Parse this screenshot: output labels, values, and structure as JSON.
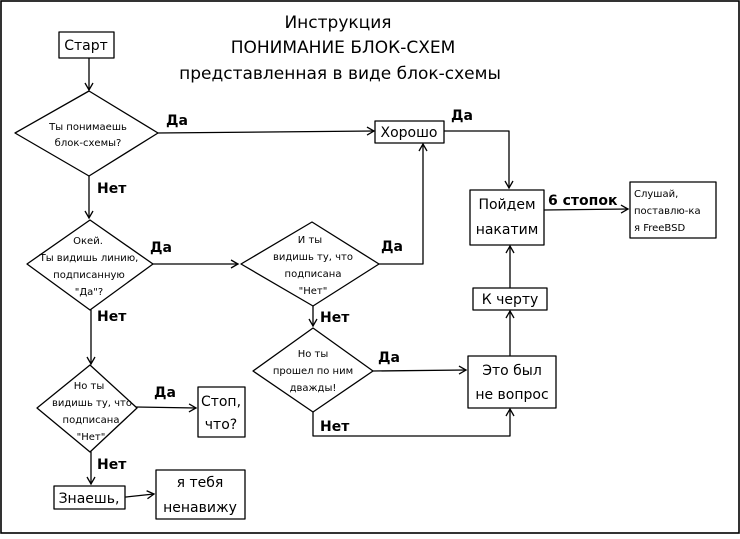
{
  "title": {
    "line1": "Инструкция",
    "line2": "ПОНИМАНИЕ БЛОК-СХЕМ",
    "line3": "представленная в виде блок-схемы"
  },
  "nodes": {
    "start": "Старт",
    "q_understand": [
      "Ты понимаешь",
      "блок-схемы?"
    ],
    "q_see_yes": [
      "Окей.",
      "Ты видишь линию,",
      "подписанную",
      "\"Да\"?"
    ],
    "q_see_no_left": [
      "Но ты",
      "видишь ту, что",
      "подписана",
      "\"Нет\""
    ],
    "q_see_no_mid": [
      "И ты",
      "видишь ту, что",
      "подписана",
      "\"Нет\""
    ],
    "q_passed_twice": [
      "Но ты",
      "прошел по ним",
      "дважды!"
    ],
    "good": "Хорошо",
    "go_drink": [
      "Пойдем",
      "накатим"
    ],
    "freebsd": [
      "Слушай,",
      "поставлю-ка",
      "я FreeBSD"
    ],
    "to_hell": "К черту",
    "not_question": [
      "Это был",
      "не вопрос"
    ],
    "stop_what": [
      "Стоп,",
      "что?"
    ],
    "you_know": "Знаешь,",
    "hate_you": [
      "я тебя",
      "ненавижу"
    ]
  },
  "edge_labels": {
    "e1_yes": "Да",
    "e1_no": "Нет",
    "e2_yes": "Да",
    "e2_no": "Нет",
    "e3_yes": "Да",
    "e3_no": "Нет",
    "e4_yes": "Да",
    "e4_no": "Нет",
    "e5_yes": "Да",
    "e5_no": "Нет",
    "good_yes": "Да",
    "six_stacks": "6 стопок"
  }
}
